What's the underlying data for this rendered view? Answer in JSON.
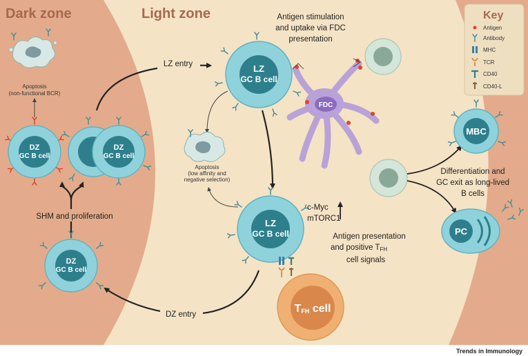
{
  "zones": {
    "dark": "Dark zone",
    "light": "Light zone"
  },
  "labels": {
    "lz_entry": "LZ entry",
    "dz_entry": "DZ entry",
    "shm": "SHM and proliferation",
    "antigen_stim_1": "Antigen stimulation",
    "antigen_stim_2": "and uptake via FDC",
    "antigen_stim_3": "presentation",
    "apoptosis_top_1": "Apoptosis",
    "apoptosis_top_2": "(non-functional BCR)",
    "apoptosis_mid_1": "Apoptosis",
    "apoptosis_mid_2": "(low affinity and",
    "apoptosis_mid_3": "negative selection)",
    "cmyc": "c-Myc",
    "mtorc1": "mTORC1",
    "antigen_pres_1": "Antigen presentation",
    "antigen_pres_2": "and positive T",
    "antigen_pres_2_sub": "FH",
    "antigen_pres_3": "cell signals",
    "diff_1": "Differentiation and",
    "diff_2": "GC exit as long-lived",
    "diff_3": "B cells"
  },
  "cells": {
    "lz_top_1": "LZ",
    "lz_top_2": "GC B cell",
    "lz_bottom_1": "LZ",
    "lz_bottom_2": "GC B cell",
    "dz_1": "DZ",
    "dz_2": "GC B cell",
    "fdc": "FDC",
    "mbc": "MBC",
    "pc": "PC",
    "tfh_main": "T",
    "tfh_sub": "FH",
    "tfh_tail": " cell"
  },
  "key": {
    "title": "Key",
    "items": [
      "Antigen",
      "Antibody",
      "MHC",
      "TCR",
      "CD40",
      "CD40-L"
    ]
  },
  "footer": "Trends in Immunology",
  "colors": {
    "dark_zone": "#e3ab8b",
    "light_zone": "#f5e3c5",
    "cell_outer": "#8fd2dc",
    "cell_nucleus": "#2e7f8c",
    "grey_cell_outer": "#d3e6d9",
    "grey_cell_nucleus": "#8aa898",
    "fdc": "#b9a2d8",
    "fdc_nucleus": "#8b6bbf",
    "tfh_outer": "#f0b071",
    "tfh_nucleus": "#d9874a",
    "antigen": "#e0432c",
    "arrow": "#222222"
  }
}
